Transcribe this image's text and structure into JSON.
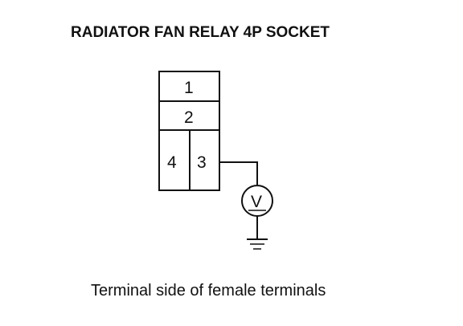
{
  "title": "RADIATOR FAN RELAY 4P SOCKET",
  "connector": {
    "terminals": [
      {
        "label": "1"
      },
      {
        "label": "2"
      },
      {
        "label": "4"
      },
      {
        "label": "3"
      }
    ]
  },
  "meter": {
    "symbol": "V",
    "icon": "voltmeter-icon"
  },
  "ground": {
    "icon": "ground-icon"
  },
  "caption": "Terminal side of female terminals",
  "colors": {
    "ink": "#111111",
    "background": "#ffffff"
  }
}
